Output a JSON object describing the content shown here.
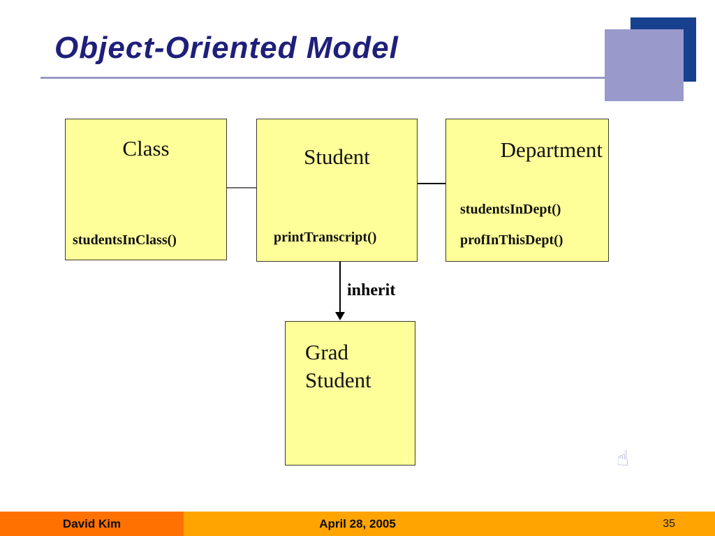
{
  "slide": {
    "title": "Object-Oriented Model",
    "page_number": "35",
    "footer": {
      "author": "David Kim",
      "date": "April 28, 2005"
    }
  },
  "diagram": {
    "boxes": [
      {
        "name": "class",
        "title": "Class",
        "methods": [
          "studentsInClass()"
        ]
      },
      {
        "name": "student",
        "title": "Student",
        "methods": [
          "printTranscript()"
        ]
      },
      {
        "name": "department",
        "title": "Department",
        "methods": [
          "studentsInDept()",
          "profInThisDept()"
        ]
      },
      {
        "name": "grad-student",
        "title": "Grad Student",
        "methods": []
      }
    ],
    "edges": [
      {
        "from": "class",
        "to": "student",
        "type": "association",
        "color": "#6e6e6e",
        "label": ""
      },
      {
        "from": "student",
        "to": "department",
        "type": "association",
        "color": "#000000",
        "label": ""
      },
      {
        "from": "student",
        "to": "grad-student",
        "type": "inheritance-arrow",
        "color": "#000000",
        "label": "inherit"
      }
    ]
  },
  "icons": {
    "action_button": "pointing-hand-icon",
    "action_button_glyph": "☝"
  },
  "colors": {
    "title_text": "#1f1f7a",
    "title_rule": "#9a9ac6",
    "deco_back_square": "#17418e",
    "deco_front_square": "#9999cc",
    "box_fill": "#ffff99",
    "box_border": "#3a3a2e",
    "edge_gray": "#6e6e6e",
    "edge_black": "#000000",
    "footer_left_bg": "#ff7101",
    "footer_right_bg": "#ffa400",
    "hand_icon": "#a9aed0"
  }
}
